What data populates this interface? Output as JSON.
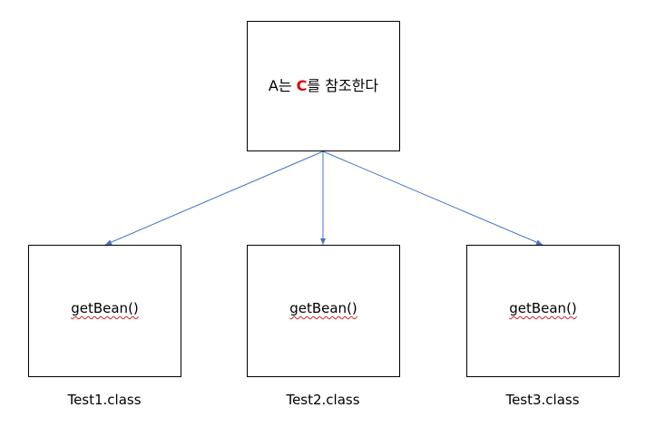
{
  "top_box": {
    "text_prefix": "A는 ",
    "text_accent": "C",
    "text_suffix": "를 참조한다"
  },
  "boxes": [
    {
      "method": "getBean()",
      "caption": "Test1.class"
    },
    {
      "method": "getBean()",
      "caption": "Test2.class"
    },
    {
      "method": "getBean()",
      "caption": "Test3.class"
    }
  ],
  "colors": {
    "arrow": "#4472c4",
    "accent": "#e00000",
    "box_border": "#000000"
  }
}
